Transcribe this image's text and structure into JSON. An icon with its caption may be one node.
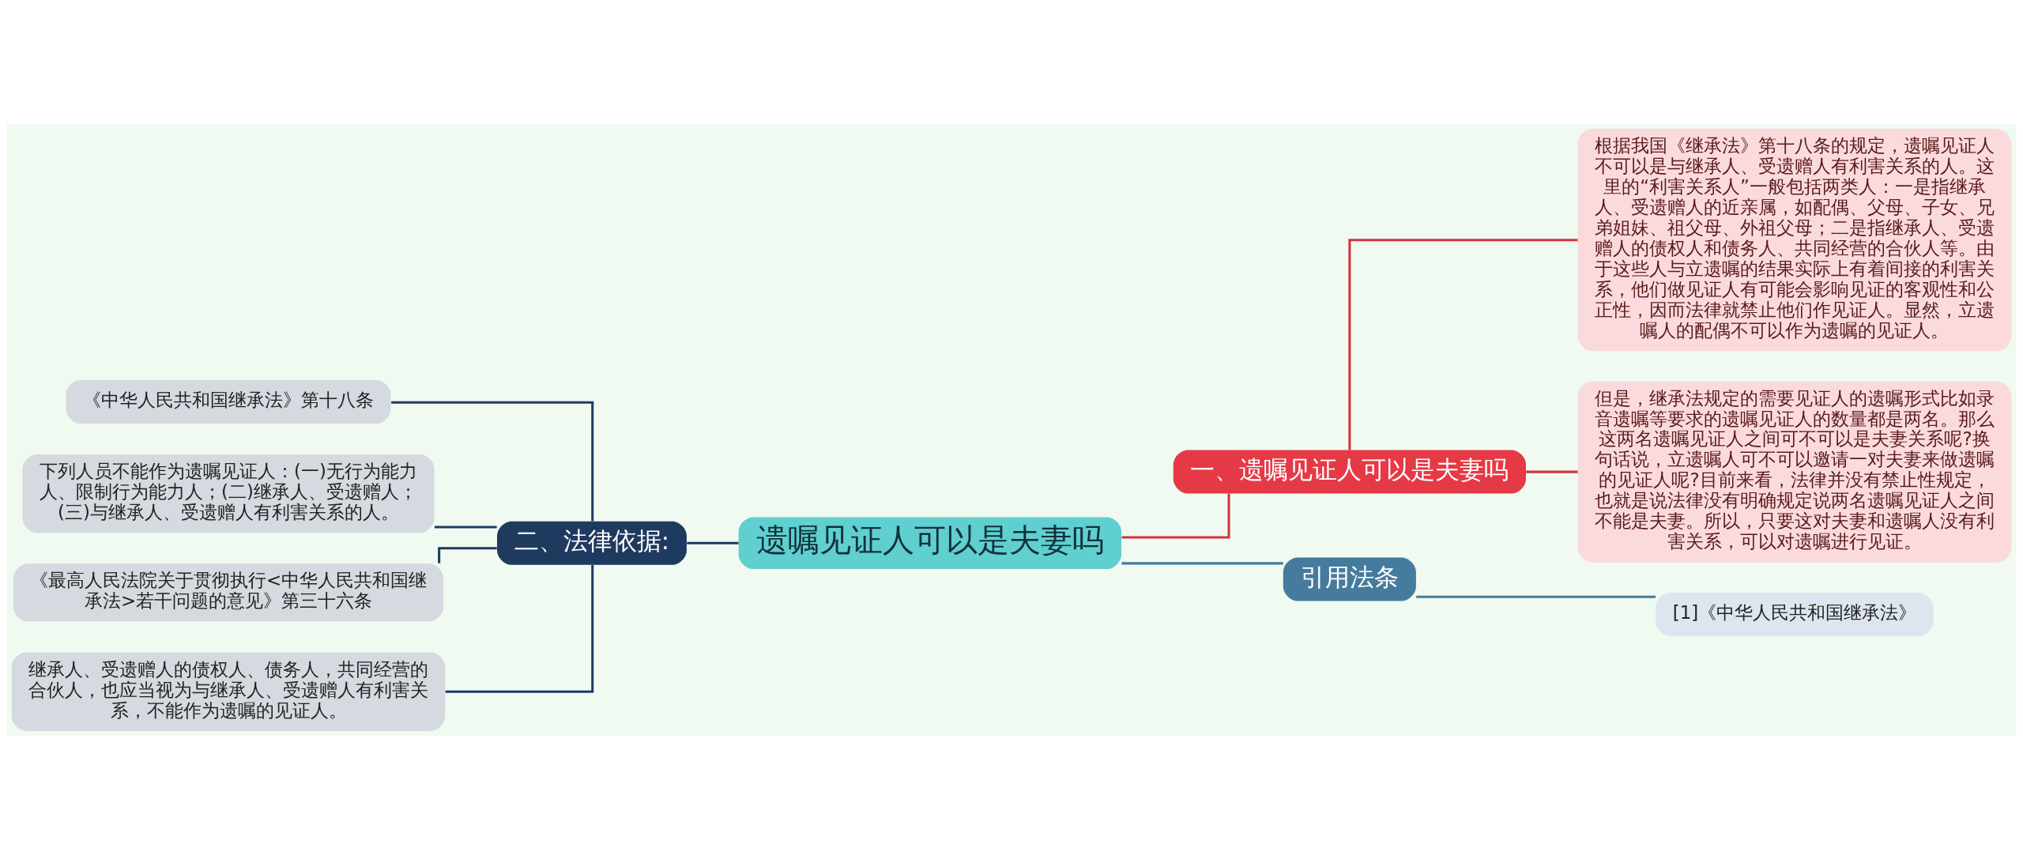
{
  "diagram": {
    "nodes": [
      {
        "text": [
          "遗嘱见证人可以是夫妻吗"
        ]
      },
      {
        "text": [
          "二、法律依据:"
        ]
      },
      {
        "text": [
          "《中华人民共和国继承法》第十八条"
        ]
      },
      {
        "text": [
          "下列人员不能作为遗嘱见证人：(一)无行为能力人、限制行为能力人；(二)继承人、受遗赠人；(三)与继承人、受遗赠人有利害关系的人。"
        ]
      },
      {
        "text": [
          "《最高人民法院关于贯彻执行<中华人民共和国继承法>若干问题的意见》第三十六条"
        ]
      },
      {
        "text": [
          "继承人、受遗赠人的债权人、债务人，共同经营的合伙人，也应当视为与继承人、受遗赠人有利害关系，不能作为遗嘱的见证人。"
        ]
      },
      {
        "text": [
          "一、遗嘱见证人可以是夫妻吗"
        ]
      },
      {
        "text": [
          "根据我国《继承法》第十八条的规定，遗嘱见证人不可以是与继承人、受遗赠人有利害关系的人。这里的“利害关系人”一般包括两类人：一是指继承人、受遗赠人的近亲属，如配偶、父母、子女、兄弟姐妹、祖父母、外祖父母；二是指继承人、受遗赠人的债权人和债务人、共同经营的合伙人等。由于这些人与立遗嘱的结果实际上有着间接的利害关系，他们做见证人有可能会影响见证的客观性和公正性，因而法律就禁止他们作见证人。显然，立遗嘱人的配偶不可以作为遗嘱的见证人。"
        ]
      },
      {
        "text": [
          "但是，继承法规定的需要见证人的遗嘱形式比如录音遗嘱等要求的遗嘱见证人的数量都是两名。那么这两名遗嘱见证人之间可不可以是夫妻关系呢?换句话说，立遗嘱人可不可以邀请一对夫妻来做遗嘱的见证人呢?目前来看，法律并没有禁止性规定，也就是说法律没有明确规定说两名遗嘱见证人之间不能是夫妻。所以，只要这对夫妻和遗嘱人没有利害关系，可以对遗嘱进行见证。"
        ]
      },
      {
        "text": [
          "引用法条"
        ]
      },
      {
        "text": [
          "[1]《中华人民共和国继承法》"
        ]
      }
    ],
    "edges": [
      {
        "from": 0,
        "to": 1,
        "arrow": "none"
      },
      {
        "from": 1,
        "to": 2,
        "arrow": "none"
      },
      {
        "from": 1,
        "to": 3,
        "arrow": "none"
      },
      {
        "from": 1,
        "to": 4,
        "arrow": "none"
      },
      {
        "from": 1,
        "to": 5,
        "arrow": "none"
      },
      {
        "from": 0,
        "to": 6,
        "arrow": "none",
        "color": "#d0343f"
      },
      {
        "from": 6,
        "to": 7,
        "arrow": "none",
        "color": "#d0343f"
      },
      {
        "from": 6,
        "to": 8,
        "arrow": "none",
        "color": "#d0343f"
      },
      {
        "from": 0,
        "to": 9,
        "arrow": "none",
        "color": "#457b9d"
      },
      {
        "from": 9,
        "to": 10,
        "arrow": "none",
        "color": "#457b9d"
      }
    ]
  }
}
